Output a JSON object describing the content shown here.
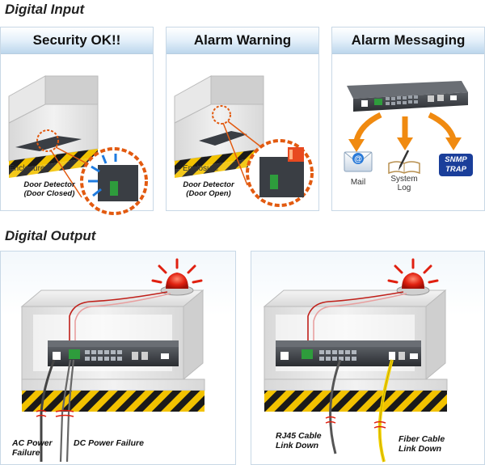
{
  "sections": {
    "input_title": "Digital Input",
    "output_title": "Digital Output"
  },
  "panels": {
    "security": {
      "title": "Security OK!!",
      "enclosure": "Enclosure",
      "detector_line1": "Door Detector",
      "detector_line2": "(Door Closed)"
    },
    "alarm_warning": {
      "title": "Alarm Warning",
      "enclosure": "Enclosure",
      "detector_line1": "Door Detector",
      "detector_line2": "(Door Open)"
    },
    "alarm_messaging": {
      "title": "Alarm Messaging",
      "mail": "Mail",
      "syslog_line1": "System",
      "syslog_line2": "Log",
      "snmp_line1": "SNMP",
      "snmp_line2": "TRAP"
    }
  },
  "outputs": {
    "power": {
      "ac_line1": "AC Power",
      "ac_line2": "Failure",
      "dc": "DC Power Failure"
    },
    "link": {
      "rj45_line1": "RJ45 Cable",
      "rj45_line2": "Link Down",
      "fiber_line1": "Fiber Cable",
      "fiber_line2": "Link Down"
    }
  },
  "colors": {
    "panel_border": "#c8d8e6",
    "header_blue": "#bcd6ec",
    "alarm_red": "#e02010",
    "arrow_orange": "#f08a10",
    "hazard_yellow": "#f2c200",
    "snmp_blue": "#1a3e9a",
    "fiber_yellow": "#f5d400",
    "switch_dark": "#3a3e44"
  },
  "icons": {
    "alarm": "alarm-beacon-icon",
    "mail": "mail-envelope-icon",
    "syslog": "system-log-book-icon",
    "snmp": "snmp-trap-badge-icon"
  }
}
